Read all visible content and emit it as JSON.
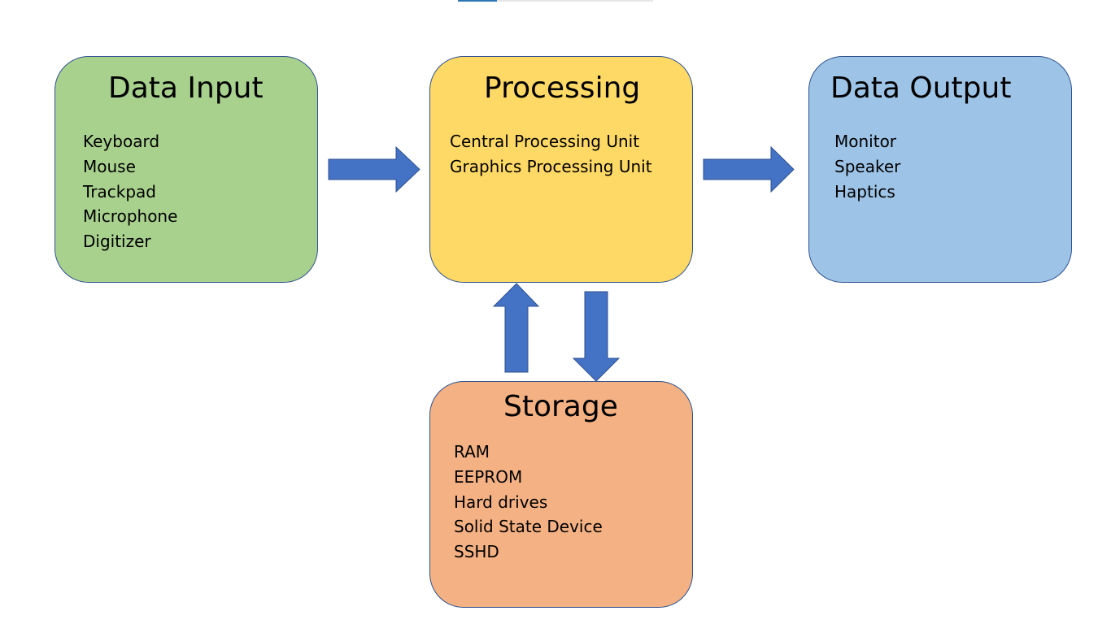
{
  "colors": {
    "input_fill": "#a9d18e",
    "processing_fill": "#ffd966",
    "output_fill": "#9dc3e6",
    "storage_fill": "#f4b183",
    "arrow_fill": "#4472c4",
    "box_border": "#2f528f"
  },
  "nodes": {
    "input": {
      "title": "Data Input",
      "items": [
        "Keyboard",
        "Mouse",
        "Trackpad",
        "Microphone",
        "Digitizer"
      ]
    },
    "processing": {
      "title": "Processing",
      "items": [
        "Central Processing Unit",
        "Graphics Processing Unit"
      ]
    },
    "output": {
      "title": "Data Output",
      "items": [
        "Monitor",
        "Speaker",
        "Haptics"
      ]
    },
    "storage": {
      "title": "Storage",
      "items": [
        "RAM",
        "EEPROM",
        "Hard drives",
        "Solid State Device",
        "SSHD"
      ]
    }
  },
  "edges": [
    {
      "from": "input",
      "to": "processing"
    },
    {
      "from": "processing",
      "to": "output"
    },
    {
      "from": "storage",
      "to": "processing"
    },
    {
      "from": "processing",
      "to": "storage"
    }
  ]
}
